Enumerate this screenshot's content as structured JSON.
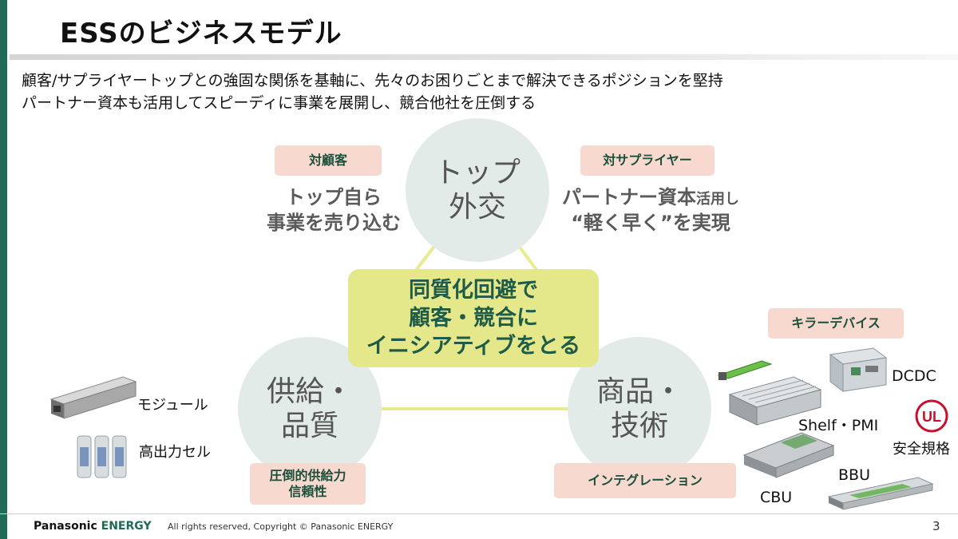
{
  "slide": {
    "title": "ESSのビジネスモデル",
    "subtitle_line1": "顧客/サプライヤートップとの強固な関係を基軸に、先々のお困りごとまで解決できるポジションを堅持",
    "subtitle_line2": "パートナー資本も活用してスピーディに事業を展開し、競合他社を圧倒する"
  },
  "circles": {
    "top": "トップ\n外交",
    "left": "供給・\n品質",
    "right": "商品・\n技術"
  },
  "pills": {
    "customer": "対顧客",
    "supplier": "対サプライヤー",
    "killer": "キラーデバイス",
    "supply": "圧倒的供給力\n信頼性",
    "integration": "インテグレーション"
  },
  "descriptions": {
    "customer_line1": "トップ自ら",
    "customer_line2": "事業を売り込む",
    "supplier_line1_main": "パートナー資本",
    "supplier_line1_small": "活用し",
    "supplier_line2": "“軽く早く”を実現"
  },
  "center": {
    "text": "同質化回避で\n顧客・競合に\nイニシアティブをとる"
  },
  "labels": {
    "module": "モジュール",
    "cell": "高出力セル",
    "dcdc": "DCDC",
    "shelf": "Shelf・PMI",
    "safety": "安全規格",
    "bbu": "BBU",
    "cbu": "CBU",
    "ul_mark": "UL"
  },
  "footer": {
    "logo_main": "Panasonic",
    "logo_accent": "ENERGY",
    "copyright": "All rights reserved, Copyright © Panasonic ENERGY",
    "page": "3"
  },
  "colors": {
    "brand_green": "#1f6b55",
    "pill_bg": "#f7d9cf",
    "circle_bg": "#e3ebe8",
    "center_bg": "#e4e88a",
    "connector": "#e9eb8f"
  }
}
